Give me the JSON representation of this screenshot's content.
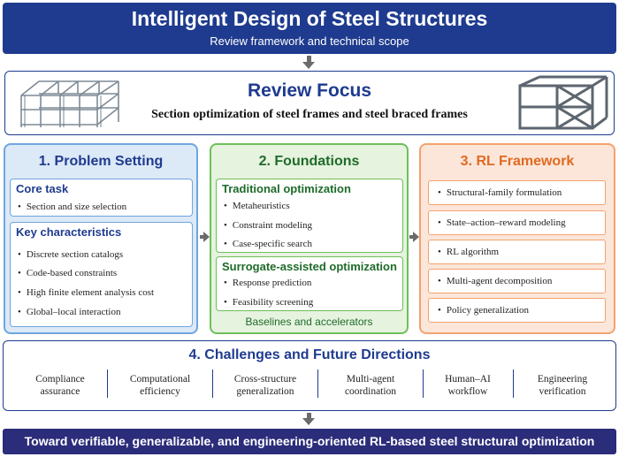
{
  "header": {
    "title": "Intelligent Design of Steel Structures",
    "subtitle": "Review framework and technical scope"
  },
  "focus": {
    "title": "Review Focus",
    "subtitle": "Section optimization of steel frames and steel braced frames"
  },
  "col1": {
    "title": "1. Problem Setting",
    "core": {
      "title": "Core task",
      "items": [
        "Section and size selection"
      ]
    },
    "key": {
      "title": "Key characteristics",
      "items": [
        "Discrete section catalogs",
        "Code-based constraints",
        "High finite element analysis cost",
        "Global–local interaction"
      ]
    }
  },
  "col2": {
    "title": "2. Foundations",
    "traditional": {
      "title": "Traditional optimization",
      "items": [
        "Metaheuristics",
        "Constraint modeling",
        "Case-specific search"
      ]
    },
    "surrogate": {
      "title": "Surrogate-assisted optimization",
      "items": [
        "Response prediction",
        "Feasibility screening"
      ]
    },
    "caption": "Baselines and accelerators"
  },
  "col3": {
    "title": "3. RL Framework",
    "items": [
      "Structural-family formulation",
      "State–action–reward modeling",
      "RL algorithm",
      "Multi-agent decomposition",
      "Policy generalization"
    ]
  },
  "challenges": {
    "title": "4. Challenges and Future Directions",
    "items": [
      [
        "Compliance",
        "assurance"
      ],
      [
        "Computational",
        "efficiency"
      ],
      [
        "Cross-structure",
        "generalization"
      ],
      [
        "Multi-agent",
        "coordination"
      ],
      [
        "Human–AI",
        "workflow"
      ],
      [
        "Engineering",
        "verification"
      ]
    ]
  },
  "footer": {
    "text": "Toward verifiable, generalizable, and engineering-oriented RL-based steel structural optimization"
  },
  "colors": {
    "navy": "#1f3b8f",
    "blue_panel": "#dce9f7",
    "green_panel": "#e6f3df",
    "orange_panel": "#fbe6d9",
    "footer": "#2b2c7a"
  },
  "icons": [
    "steel-frame-3d-icon",
    "braced-frame-icon"
  ]
}
